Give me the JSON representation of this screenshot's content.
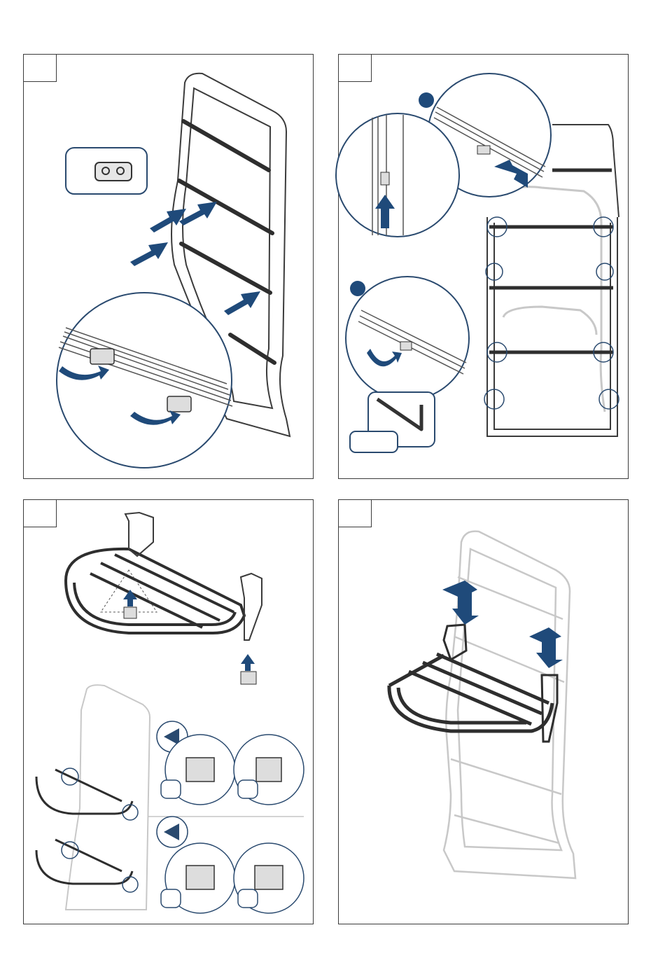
{
  "page": {
    "background": "#ffffff"
  },
  "colors": {
    "arrow": "#1f4a7a",
    "outline": "#3b3b3b",
    "callout": "#2a4a6f",
    "ghost": "#c8c8c8"
  },
  "panels": [
    {
      "step_label": "",
      "icons": [
        "ladder-frame",
        "bracket-nut-detail",
        "insert-arrow-icon",
        "rotate-arrow-icon"
      ]
    },
    {
      "step_label": "",
      "icons": [
        "ladder-frame",
        "zoom-detail",
        "allen-key-icon",
        "push-arrow-icon"
      ],
      "tool_label": ""
    },
    {
      "step_label": "",
      "icons": [
        "step-platform",
        "clamp-part",
        "eye-icon",
        "lift-arrow-icon"
      ],
      "option_labels": [
        "",
        "",
        "",
        ""
      ]
    },
    {
      "step_label": "",
      "icons": [
        "ladder-frame",
        "step-platform",
        "down-arrow-icon"
      ]
    }
  ]
}
